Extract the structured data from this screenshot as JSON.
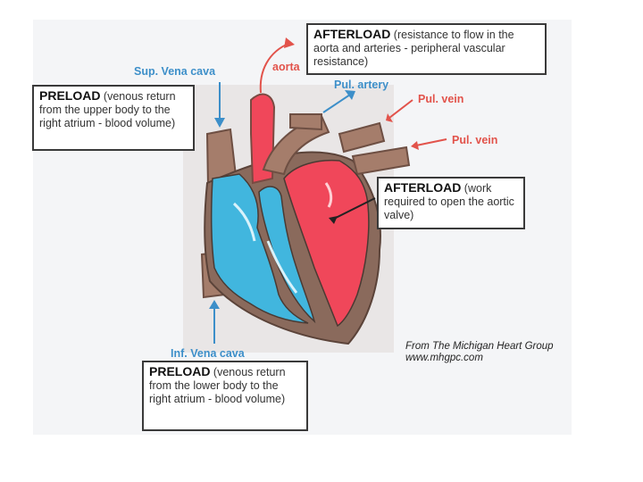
{
  "callouts": {
    "afterload_top": {
      "title": "AFTERLOAD",
      "text": " (resistance to flow in the aorta and arteries - peripheral vascular resistance)"
    },
    "preload_top": {
      "title": "PRELOAD",
      "text": " (venous return from the upper body to the right atrium - blood volume)"
    },
    "afterload_mid": {
      "title": "AFTERLOAD",
      "text": " (work required to open the aortic valve)"
    },
    "preload_bottom": {
      "title": "PRELOAD",
      "text": " (venous return from the lower body to the right atrium - blood volume)"
    }
  },
  "labels": {
    "sup_vena_cava": "Sup. Vena cava",
    "aorta": "aorta",
    "pul_artery": "Pul. artery",
    "pul_vein_1": "Pul. vein",
    "pul_vein_2": "Pul. vein",
    "inf_vena_cava": "Inf. Vena cava"
  },
  "credit": {
    "line1": "From The Michigan Heart Group",
    "line2": "www.mhgpc.com"
  },
  "colors": {
    "oxygen_poor": "#41b6de",
    "oxygen_rich": "#f0475a",
    "tissue": "#8a6a5c",
    "blue_label": "#3d8fc9",
    "red_label": "#e2534b"
  }
}
